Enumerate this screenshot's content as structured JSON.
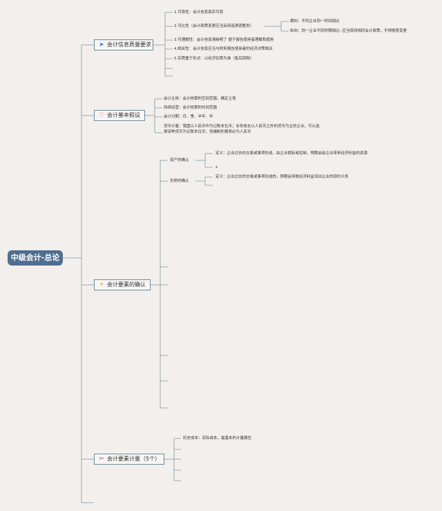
{
  "root": {
    "label": "中级会计-总论"
  },
  "branches": {
    "quality": {
      "label": "会计信息质量要求",
      "icon": "paper-plane-icon",
      "items": {
        "reliability": "1.可靠性：会计信息真实可靠",
        "comparability": "2.可比性（会计政策变更应当采用追溯调整发）",
        "horizontal": "横向：不同企业同一时间相比",
        "vertical": "纵向：同一企业不同时期相比--应当保持相同会计政策，不得随意变更",
        "understandability": "3.可理解性：会计信息清晰明了 便于报告使用者理解和使用",
        "relevance": "4.相关性：会计信息应当与财务报告使用者的经济决策相关",
        "substance": "5.实质重于形式：以经济实质为准（售后回购）"
      }
    },
    "assumptions": {
      "label": "会计基本假设",
      "icon": "heart-icon",
      "items": {
        "entity": "会计主体：会计核算的空间范围，确定立场",
        "going_concern": "持续经营：会计核算的时间范围",
        "periods": "会计分期：月、季、半年、年",
        "currency": "货币计量：我国以人民币作为记账本位币；业务收支以人民币之外的货币为主的企业，可以选择该种货币为记账本位币；但编制的报表必为人民币"
      }
    },
    "recognition": {
      "label": "会计要素的确认",
      "icon": "bulb-icon",
      "items": {
        "asset_label": "资产的确认",
        "asset_def": "定义：企业过去的交易或事项形成，由企业拥有或控制，预期会给企业带来经济利益的资源",
        "asset_x": "x",
        "liability_label": "负债的确认",
        "liability_def": "定义：企业过去的交易或事项形成的，预期会导致经济利益流出企业的现时义务"
      }
    },
    "measurement": {
      "label": "会计要素计量（5个）",
      "icon": "tools-icon",
      "items": {
        "historical_cost": "历史成本：实际成本，最基本的计量属性"
      }
    }
  },
  "colors": {
    "root_bg": "#4f6e91",
    "line": "#7d96a3",
    "background": "#f3efed"
  }
}
